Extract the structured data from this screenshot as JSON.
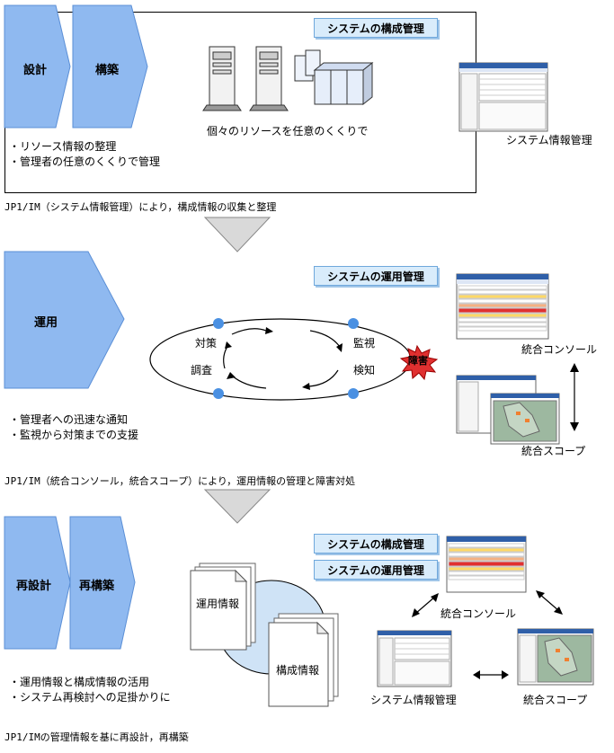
{
  "section1": {
    "steps": [
      "設計",
      "構築"
    ],
    "title": "システムの構成管理",
    "resource_caption": "個々のリソースを任意のくくりで",
    "screen_label": "システム情報管理",
    "bullets": [
      "・リソース情報の整理",
      "・管理者の任意のくくりで管理"
    ],
    "caption": "JP1/IM（システム情報管理）により，構成情報の収集と整理"
  },
  "section2": {
    "steps": [
      "運用"
    ],
    "title": "システムの運用管理",
    "cycle": [
      "対策",
      "監視",
      "調査",
      "検知"
    ],
    "alert": "障害",
    "screen_labels": [
      "統合コンソール",
      "統合スコープ"
    ],
    "bullets": [
      "・管理者への迅速な通知",
      "・監視から対策までの支援"
    ],
    "caption": "JP1/IM（統合コンソール，統合スコープ）により，運用情報の管理と障害対処"
  },
  "section3": {
    "steps": [
      "再設計",
      "再構築"
    ],
    "titles": [
      "システムの構成管理",
      "システムの運用管理"
    ],
    "docs": [
      "運用情報",
      "構成情報"
    ],
    "screen_labels": [
      "統合コンソール",
      "システム情報管理",
      "統合スコープ"
    ],
    "bullets": [
      "・運用情報と構成情報の活用",
      "・システム再検討への足掛かりに"
    ],
    "caption": "JP1/IMの管理情報を基に再設計，再構築"
  },
  "colors": {
    "chevron": "#8fb9f0",
    "chevron_border": "#5b8fd6",
    "label_bg": "#d9ecfb",
    "node": "#4a90e2",
    "alert": "#e03030",
    "doc_loop": "#cfe3f6"
  }
}
